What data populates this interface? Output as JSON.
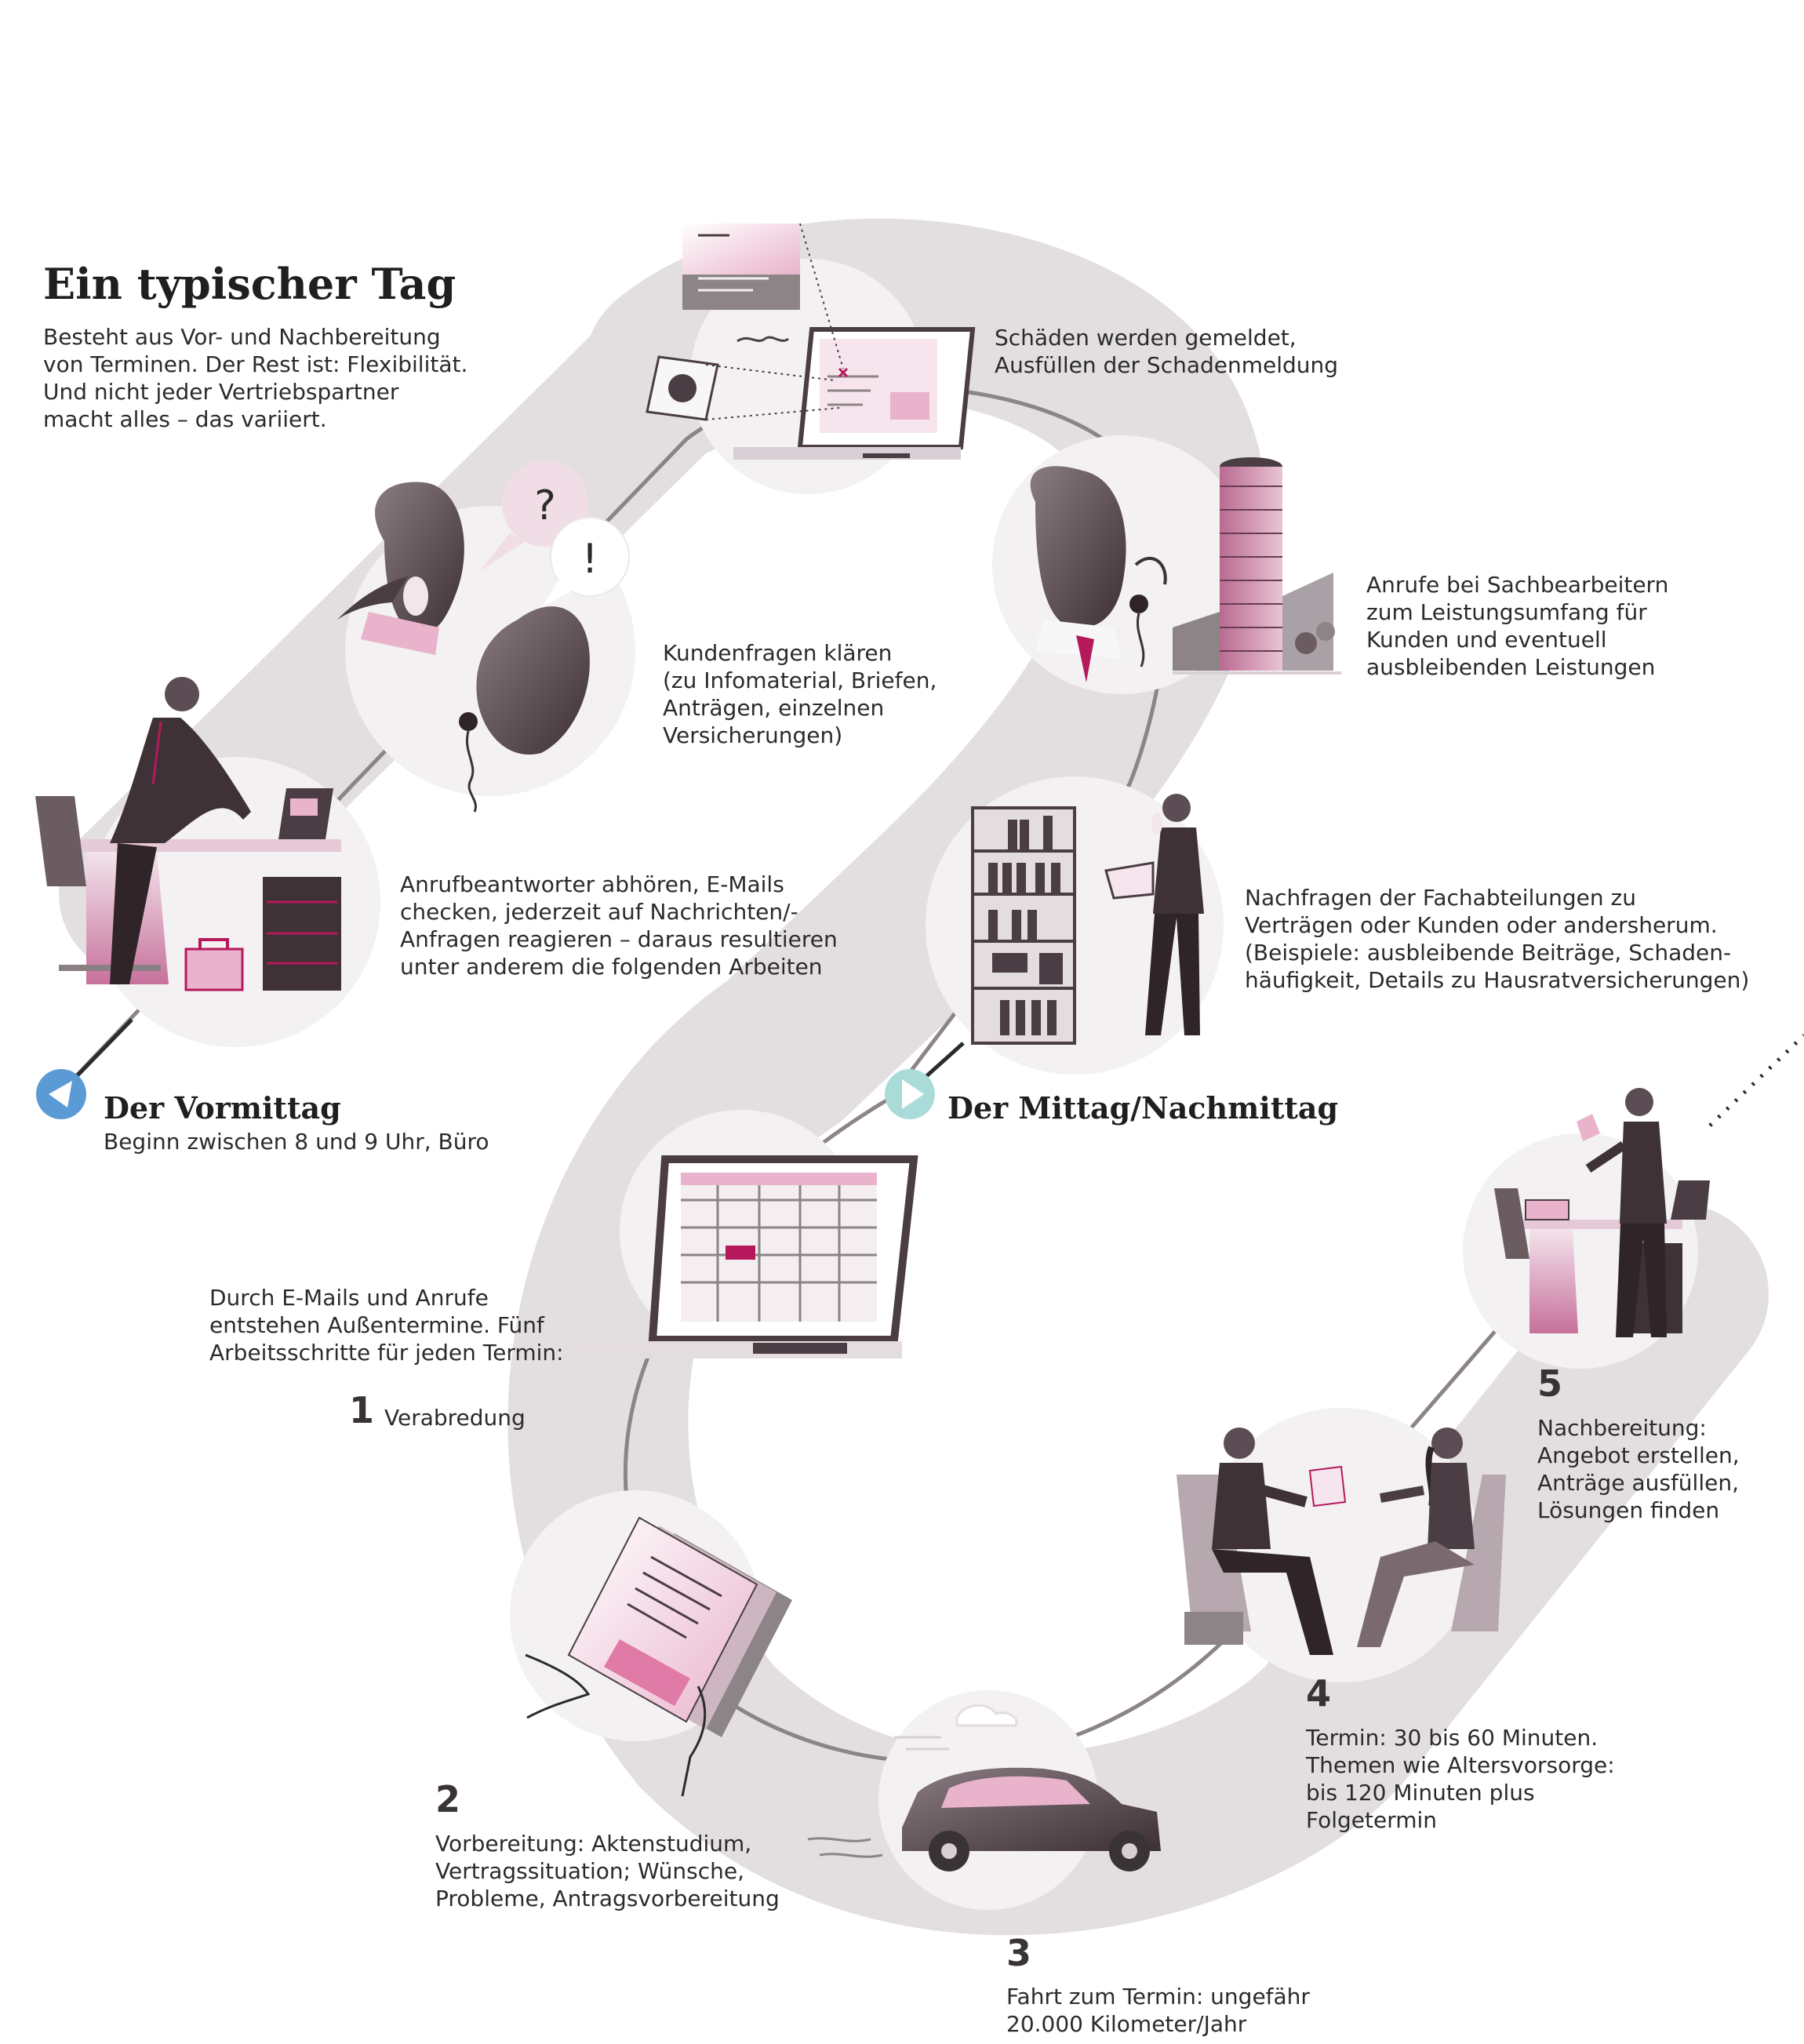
{
  "title": "Ein typischer Tag",
  "intro": [
    "Besteht aus Vor- und Nachbereitung",
    "von Terminen. Der Rest ist: Flexibilität.",
    "Und nicht jeder Vertriebspartner",
    "macht alles – das variiert."
  ],
  "sections": {
    "morning": {
      "title": "Der Vormittag",
      "subtitle": "Beginn zwischen 8 und 9 Uhr, Büro"
    },
    "afternoon": {
      "title": "Der Mittag/Nachmittag"
    }
  },
  "captions": {
    "anrufbeantworter": [
      "Anrufbeantworter abhören, E-Mails",
      "checken, jederzeit auf Nachrichten/-",
      "Anfragen reagieren – daraus resultieren",
      "unter anderem die folgenden Arbeiten"
    ],
    "kundenfragen": [
      "Kundenfragen klären",
      "(zu Infomaterial, Briefen,",
      "Anträgen, einzelnen",
      "Versicherungen)"
    ],
    "schaeden": [
      "Schäden werden gemeldet,",
      "Ausfüllen der Schadenmeldung"
    ],
    "anrufe": [
      "Anrufe bei Sachbearbeitern",
      "zum Leistungsumfang für",
      "Kunden und eventuell",
      "ausbleibenden Leistungen"
    ],
    "nachfragen": [
      "Nachfragen der Fachabteilungen zu",
      "Verträgen oder Kunden oder andersherum.",
      "(Beispiele: ausbleibende Beiträge, Schaden-",
      "häufigkeit, Details zu Hausratversicherungen)"
    ],
    "aussentermine": [
      "Durch E-Mails und Anrufe",
      "entstehen Außentermine. Fünf",
      "Arbeitsschritte für jeden Termin:"
    ]
  },
  "steps": [
    {
      "number": "1",
      "text": [
        "Verabredung"
      ]
    },
    {
      "number": "2",
      "text": [
        "Vorbereitung: Aktenstudium,",
        "Vertragssituation; Wünsche,",
        "Probleme, Antragsvorbereitung"
      ]
    },
    {
      "number": "3",
      "text": [
        "Fahrt zum Termin: ungefähr",
        "20.000 Kilometer/Jahr"
      ]
    },
    {
      "number": "4",
      "text": [
        "Termin: 30 bis 60 Minuten.",
        "Themen wie Altersvorsorge:",
        "bis 120 Minuten plus",
        "Folgetermin"
      ]
    },
    {
      "number": "5",
      "text": [
        "Nachbereitung:",
        "Angebot erstellen,",
        "Anträge ausfüllen,",
        "Lösungen finden"
      ]
    }
  ],
  "bubbles": {
    "question": "?",
    "exclamation": "!"
  },
  "colors": {
    "band": "#e3dfe1",
    "pink": "#e9b3cb",
    "magenta": "#b5195b",
    "dark": "#4a3d43",
    "blue": "#5b9bd5",
    "teal": "#a9dcd9"
  }
}
